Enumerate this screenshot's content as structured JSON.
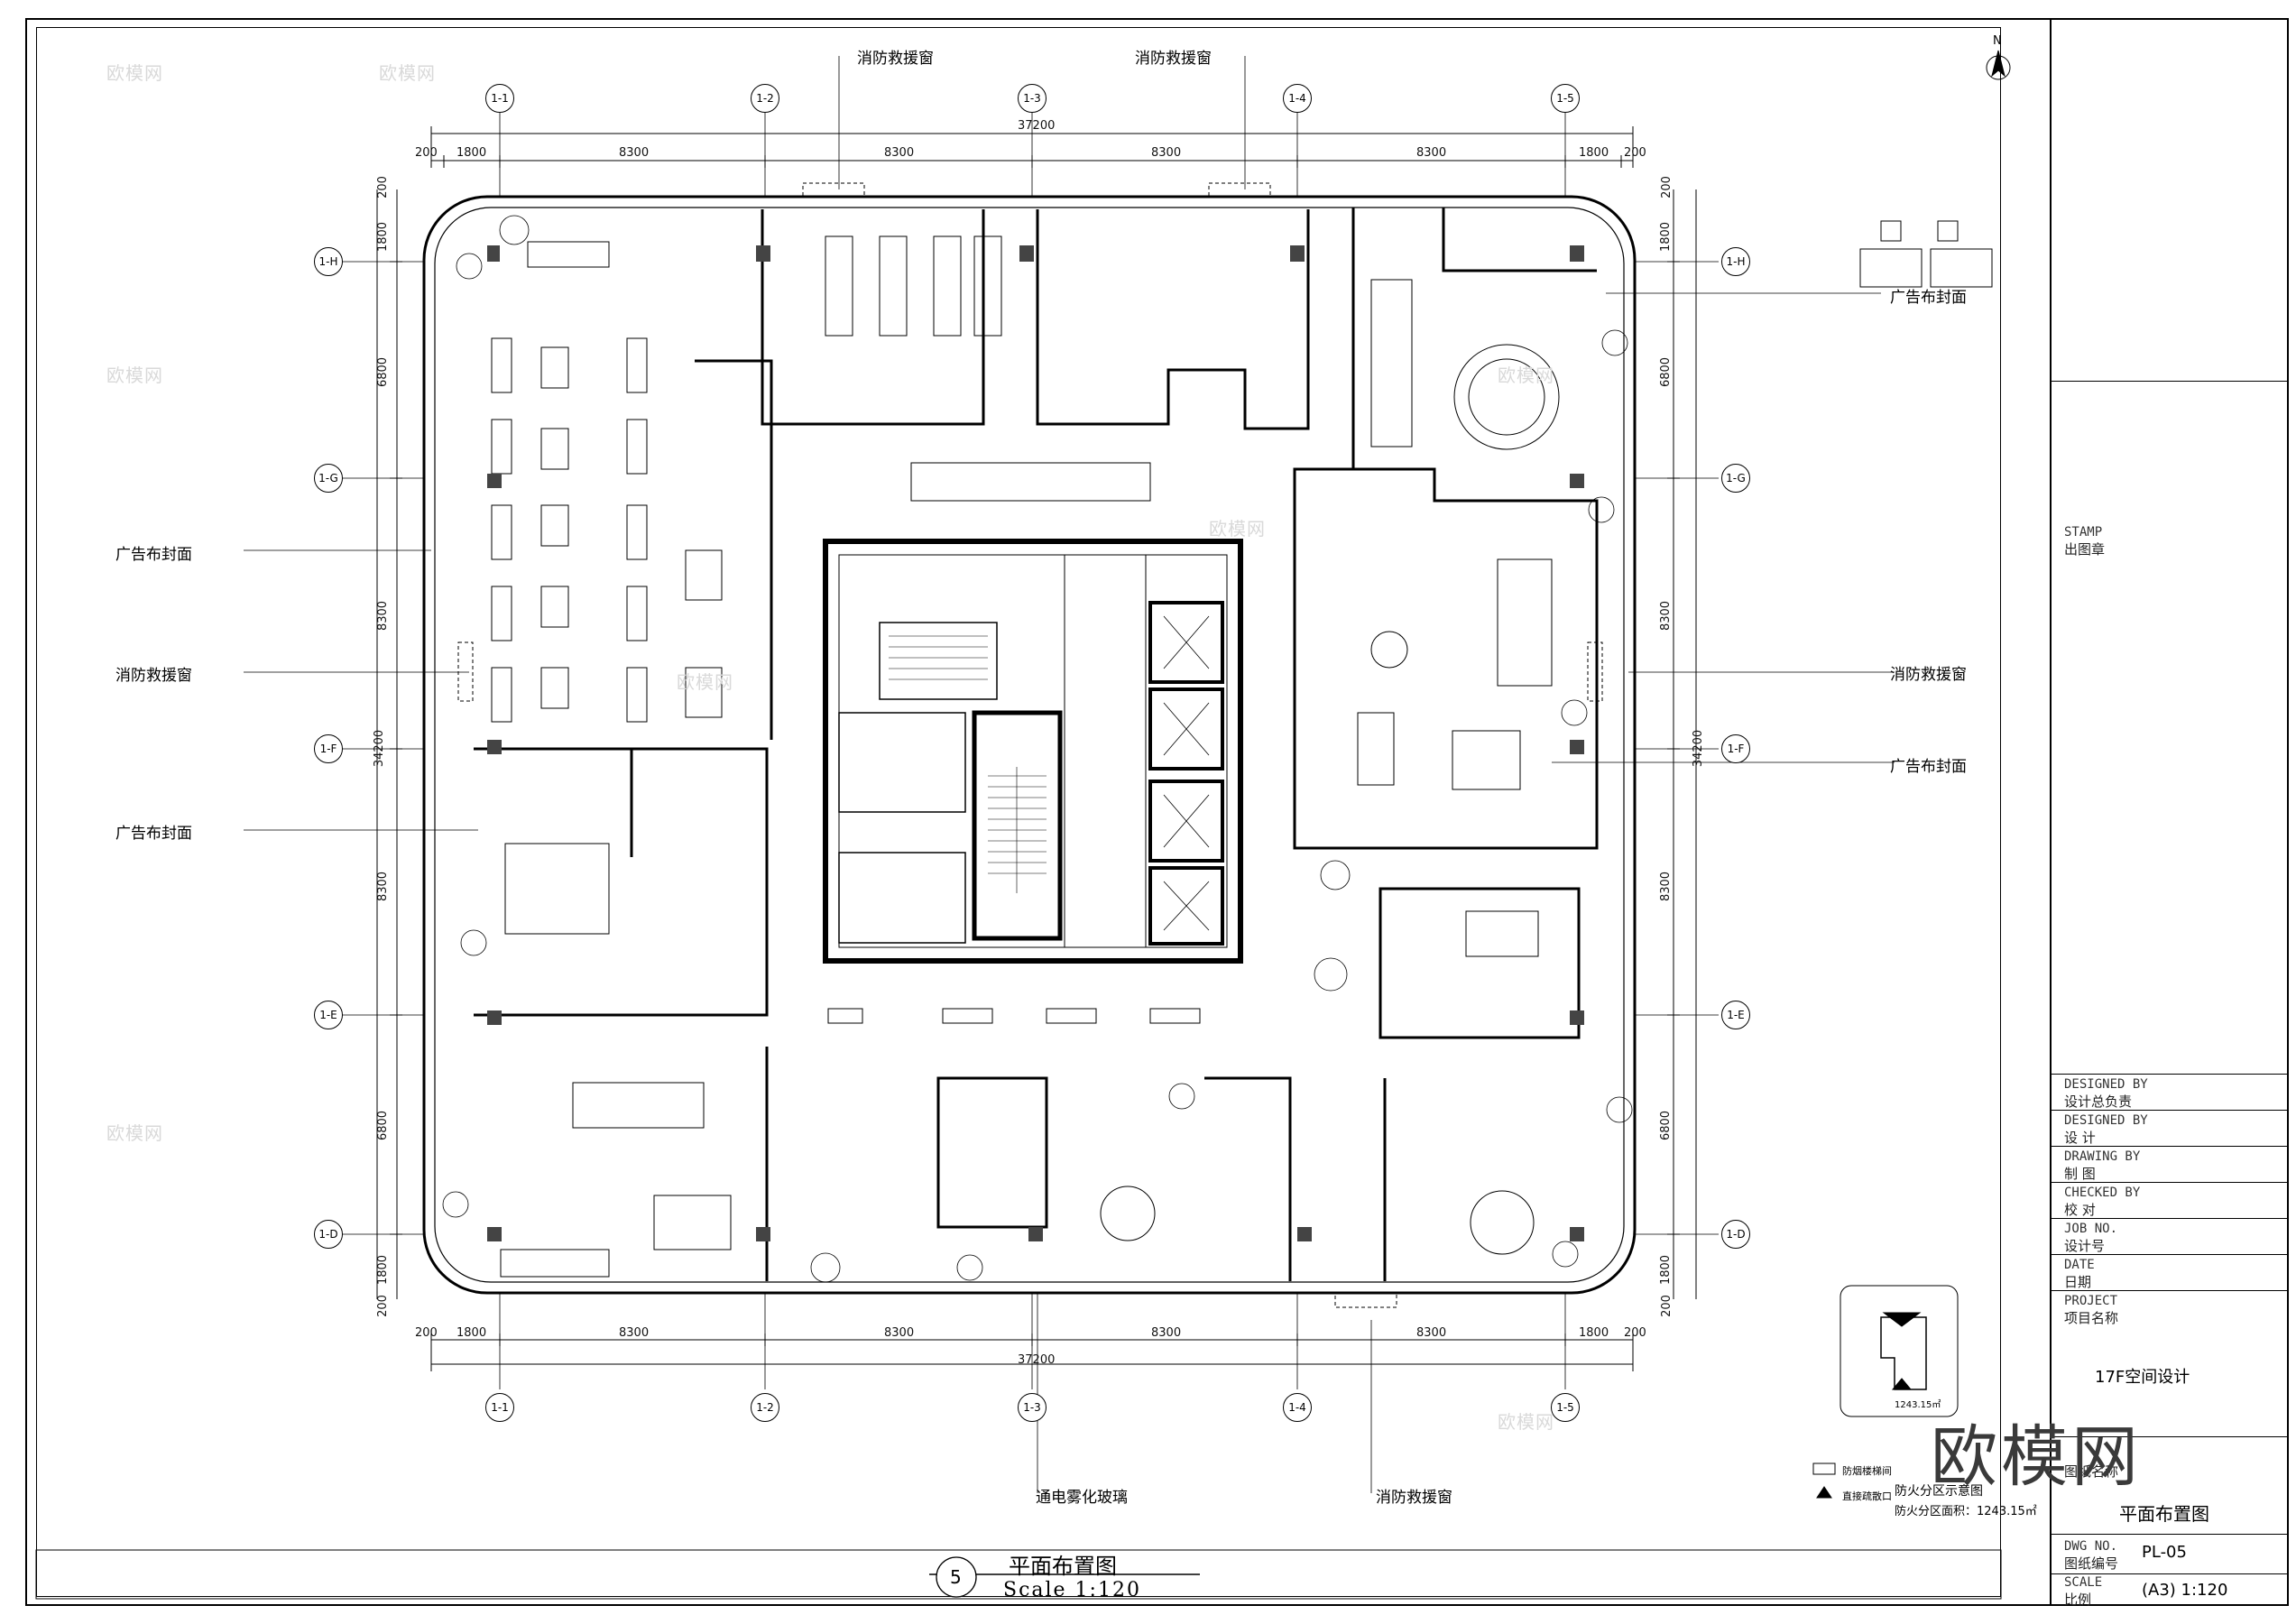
{
  "sheet": {
    "main_title": "平面布置图",
    "scale_text": "Scale  1:120",
    "drawing_number_bubble": "5"
  },
  "callouts": {
    "fire_window": "消防救援窗",
    "ad_cloth": "广告布封面",
    "smart_glass": "通电雾化玻璃"
  },
  "grid": {
    "columns": [
      "1-1",
      "1-2",
      "1-3",
      "1-4",
      "1-5"
    ],
    "rows": [
      "1-H",
      "1-G",
      "1-F",
      "1-E",
      "1-D"
    ]
  },
  "dimensions": {
    "top_segments": [
      "200",
      "1800",
      "8300",
      "8300",
      "8300",
      "8300",
      "1800",
      "200"
    ],
    "overall_width": "37200",
    "overall_height": "34200",
    "side_segments": [
      "200",
      "1800",
      "6800",
      "8300",
      "8300",
      "6800",
      "1800",
      "200"
    ]
  },
  "fire_zone_legend": {
    "title": "防火分区示意图",
    "area_text": "防火分区面积：1243.15㎡",
    "small_area": "1243.15㎡",
    "legend_stair": "防烟楼梯间",
    "legend_exit": "直接疏散口"
  },
  "title_block": {
    "stamp_en": "STAMP",
    "stamp_cn": "出图章",
    "design_director_en": "DESIGNED BY",
    "design_director_cn": "设计总负责",
    "designer_en": "DESIGNED BY",
    "designer_cn": "设    计",
    "drawing_en": "DRAWING BY",
    "drawing_cn": "制    图",
    "checked_en": "CHECKED BY",
    "checked_cn": "校    对",
    "job_en": "JOB NO.",
    "job_cn": "设计号",
    "date_en": "DATE",
    "date_cn": "日期",
    "project_en": "PROJECT",
    "project_cn": "项目名称",
    "project_value": "17F空间设计",
    "drawing_name_cn": "图纸名称",
    "drawing_name_value": "平面布置图",
    "dwg_no_en": "DWG NO.",
    "dwg_no_cn": "图纸编号",
    "dwg_no_value": "PL-05",
    "scale_en": "SCALE",
    "scale_cn": "比例",
    "scale_value": "(A3) 1:120"
  },
  "north_label": "N",
  "watermark": {
    "small": "欧模网",
    "large": "欧模网"
  }
}
